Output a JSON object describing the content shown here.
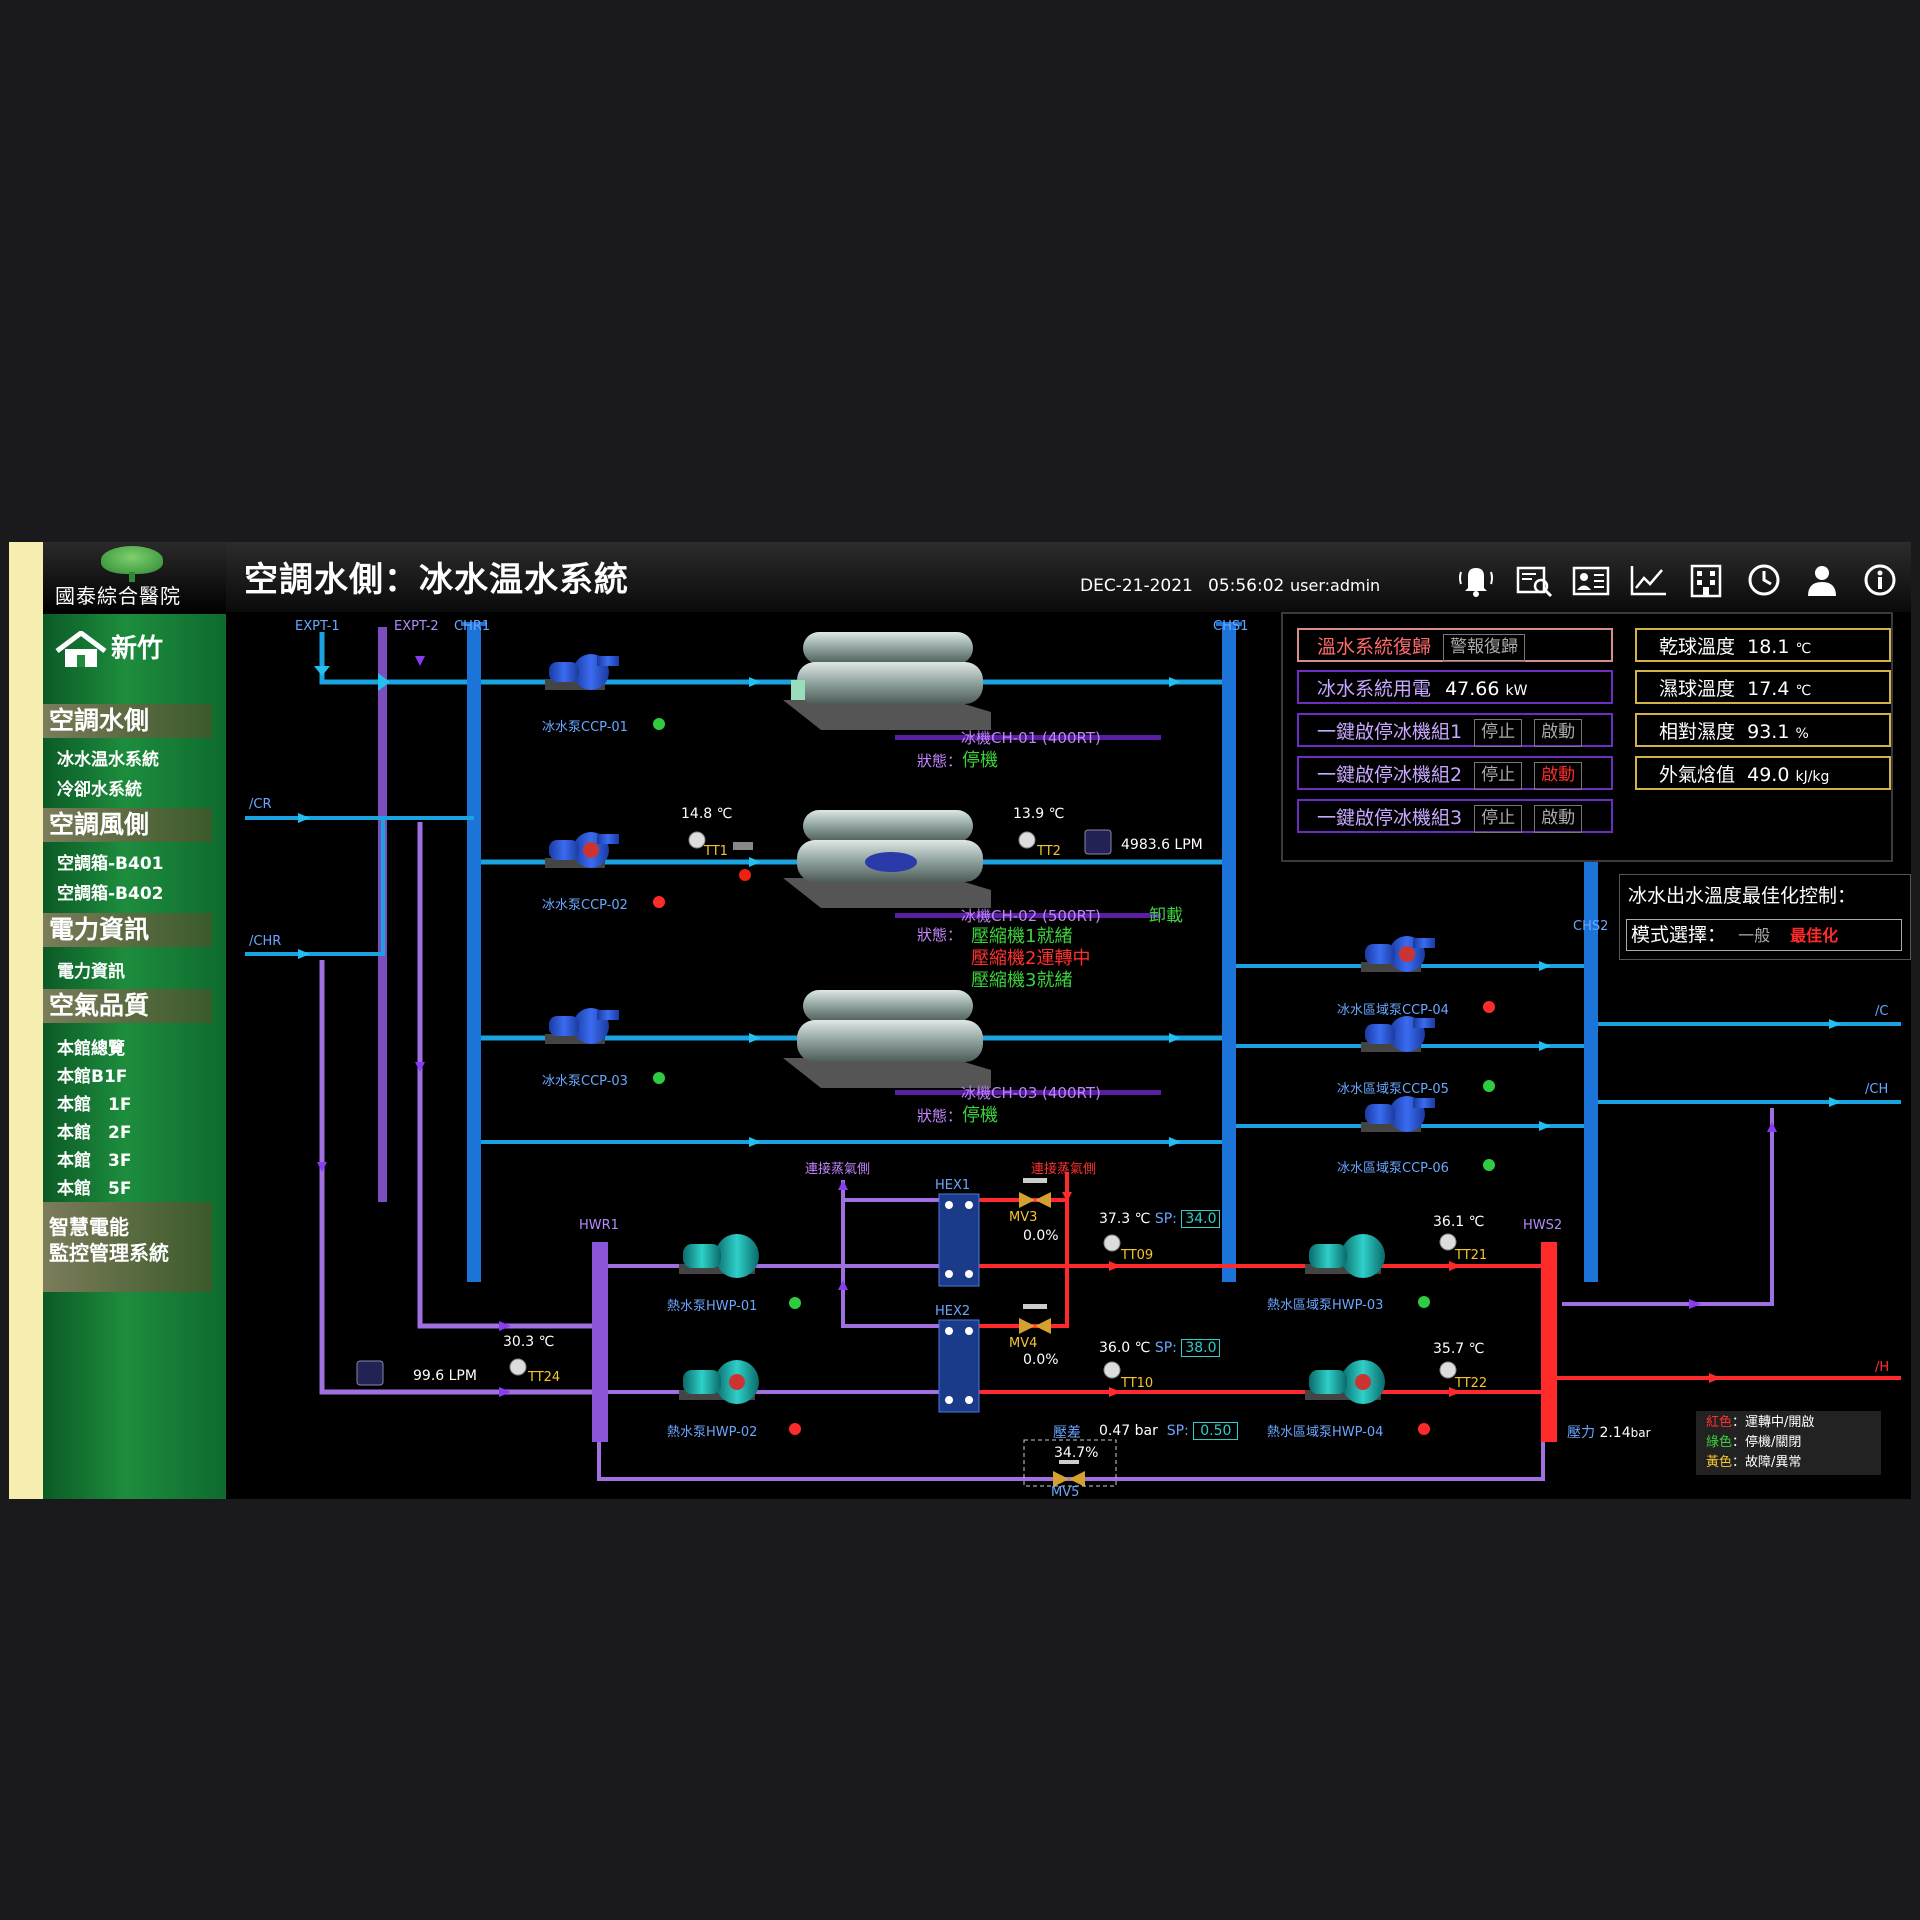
{
  "hospital_name": "國泰綜合醫院",
  "site": "新竹",
  "title": "空調水側：冰水温水系統",
  "date": "DEC-21-2021",
  "time": "05:56:02",
  "user_label": "user:",
  "user": "admin",
  "header_icons": [
    "bell-icon",
    "report-search-icon",
    "user-report-icon",
    "trend-icon",
    "building-icon",
    "clock-icon",
    "user-icon",
    "info-icon"
  ],
  "sidebar": {
    "sections": [
      {
        "label": "空調水側",
        "items": [
          "冰水温水系統",
          "冷卻水系統"
        ]
      },
      {
        "label": "空調風側",
        "items": [
          "空調箱-B401",
          "空調箱-B402"
        ]
      },
      {
        "label": "電力資訊",
        "items": [
          "電力資訊"
        ]
      },
      {
        "label": "空氣品質",
        "items": [
          "本館總覽",
          "本館B1F",
          "本館　1F",
          "本館　2F",
          "本館　3F",
          "本館　5F"
        ]
      }
    ],
    "footer_line1": "智慧電能",
    "footer_line2": "監控管理系統"
  },
  "panel": {
    "reset_label": "溫水系統復歸",
    "reset_btn": "警報復歸",
    "power_label": "冰水系統用電",
    "power_value": "47.66",
    "power_unit": "kW",
    "groups": [
      {
        "label": "一鍵啟停冰機組1",
        "stop": "停止",
        "start": "啟動",
        "start_active": false
      },
      {
        "label": "一鍵啟停冰機組2",
        "stop": "停止",
        "start": "啟動",
        "start_active": true
      },
      {
        "label": "一鍵啟停冰機組3",
        "stop": "停止",
        "start": "啟動",
        "start_active": false
      }
    ],
    "weather": [
      {
        "label": "乾球溫度",
        "value": "18.1",
        "unit": "℃"
      },
      {
        "label": "濕球溫度",
        "value": "17.4",
        "unit": "℃"
      },
      {
        "label": "相對濕度",
        "value": "93.1",
        "unit": "%"
      },
      {
        "label": "外氣焓值",
        "value": "49.0",
        "unit": "kJ/kg"
      }
    ]
  },
  "optimize": {
    "title": "冰水出水溫度最佳化控制：",
    "mode_label": "模式選擇：",
    "opt_normal": "一般",
    "opt_best": "最佳化"
  },
  "pipes": {
    "EXPT1": "EXPT-1",
    "EXPT2": "EXPT-2",
    "CHR1": "CHR1",
    "CHS1": "CHS1",
    "CHS2": "CHS2",
    "HWR1": "HWR1",
    "HWS2": "HWS2",
    "CR": "/CR",
    "CHR": "/CHR",
    "C": "/C",
    "CH": "/CH",
    "H": "/H",
    "hex1": "HEX1",
    "hex2": "HEX2",
    "steam1": "連接蒸氣側",
    "steam2": "連接蒸氣側",
    "mv3": "MV3",
    "mv4": "MV4",
    "mv5": "MV5"
  },
  "chillers": [
    {
      "name": "冰機CH-01 (400RT)",
      "status_label": "狀態：",
      "status": "停機"
    },
    {
      "name": "冰機CH-02 (500RT)",
      "status_label": "狀態：",
      "unload": "卸載",
      "comp1": "壓縮機1就緒",
      "comp2": "壓縮機2運轉中",
      "comp3": "壓縮機3就緒"
    },
    {
      "name": "冰機CH-03 (400RT)",
      "status_label": "狀態：",
      "status": "停機"
    }
  ],
  "pumps": {
    "ccp01": "冰水泵CCP-01",
    "ccp02": "冰水泵CCP-02",
    "ccp03": "冰水泵CCP-03",
    "ccp04": "冰水區域泵CCP-04",
    "ccp05": "冰水區域泵CCP-05",
    "ccp06": "冰水區域泵CCP-06",
    "hwp01": "熱水泵HWP-01",
    "hwp02": "熱水泵HWP-02",
    "hwp03": "熱水區域泵HWP-03",
    "hwp04": "熱水區域泵HWP-04"
  },
  "sensors": {
    "tt1_temp": "14.8 ℃",
    "tt1": "TT1",
    "tt2_temp": "13.9 ℃",
    "tt2": "TT2",
    "flow_chw": "4983.6 LPM",
    "tt09_temp": "37.3 ℃",
    "tt09": "TT09",
    "tt09_sp": "34.0",
    "tt10_temp": "36.0 ℃",
    "tt10": "TT10",
    "tt10_sp": "38.0",
    "tt21_temp": "36.1 ℃",
    "tt21": "TT21",
    "tt22_temp": "35.7 ℃",
    "tt22": "TT22",
    "tt24_temp": "30.3 ℃",
    "tt24": "TT24",
    "flow_hw": "99.6 LPM",
    "mv3_pct": "0.0%",
    "mv4_pct": "0.0%",
    "mv5_pct": "34.7%",
    "sp_label": "SP:",
    "dp_label": "壓差",
    "dp_value": "0.47 bar",
    "dp_sp": "0.50",
    "press_label": "壓力",
    "press_value": "2.14",
    "press_unit": "bar"
  },
  "legend": [
    {
      "color": "紅色",
      "text": "：運轉中/開啟"
    },
    {
      "color": "綠色",
      "text": "：停機/關閉"
    },
    {
      "color": "黃色",
      "text": "：故障/異常"
    }
  ],
  "colors": {
    "chw": "#1e90ff",
    "hw_return": "#a070e0",
    "hw_supply": "#ff2a2a",
    "run": "#ff2a2a",
    "stop": "#2ecc40"
  }
}
